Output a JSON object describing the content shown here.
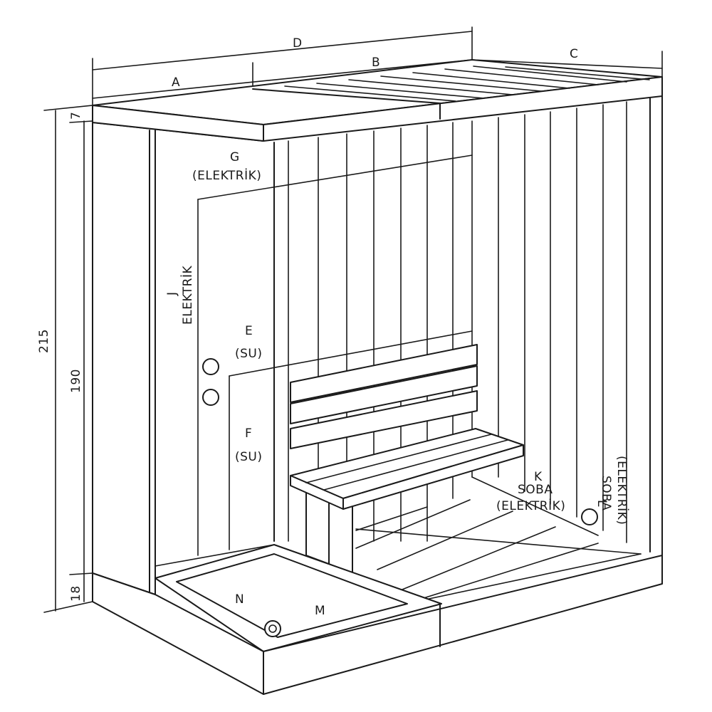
{
  "dimensions": {
    "A": "A",
    "B": "B",
    "C": "C",
    "D": "D",
    "height_total": "215",
    "height_inner": "190",
    "roof": "7",
    "base": "18"
  },
  "labels": {
    "G": "G",
    "G_type": "(ELEKTRİK)",
    "J": "J",
    "J_type": "ELEKTRİK",
    "E": "E",
    "E_type": "(SU)",
    "F": "F",
    "F_type": "(SU)",
    "K": "K",
    "K_line1": "SOBA",
    "K_line2": "(ELEKTRİK)",
    "L": "L",
    "L_line1": "SOBA",
    "L_line2": "(ELEKTRİK)",
    "N": "N",
    "M": "M"
  }
}
